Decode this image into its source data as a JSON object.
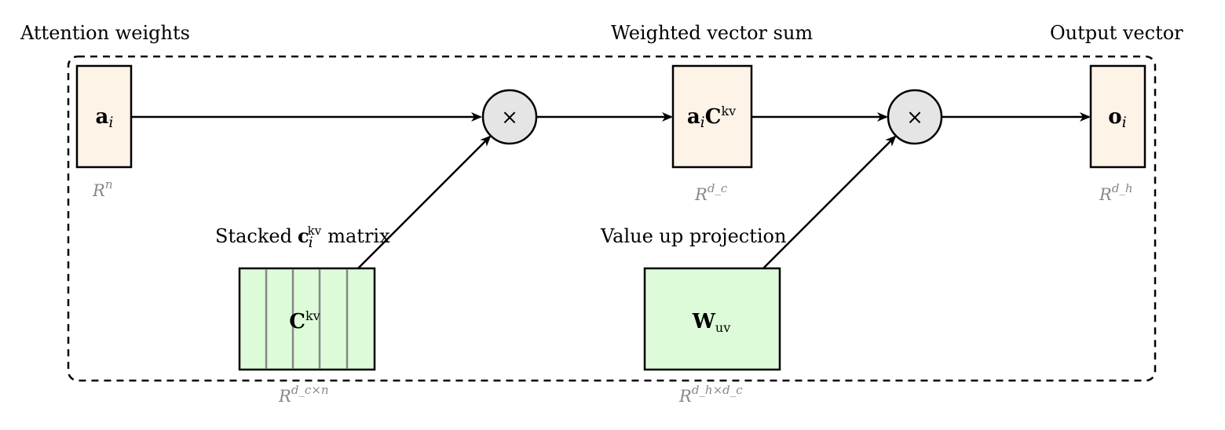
{
  "headers": {
    "attention_weights": "Attention weights",
    "weighted_vector_sum": "Weighted vector sum",
    "output_vector": "Output vector"
  },
  "nodes": {
    "a_i": {
      "main": "a",
      "sub": "i",
      "dim_base": "R",
      "dim_sup": "n"
    },
    "aC": {
      "main1": "a",
      "sub": "i",
      "main2": "C",
      "sup": "kv",
      "dim_base": "R",
      "dim_sup": "d_c"
    },
    "o_i": {
      "main": "o",
      "sub": "i",
      "dim_base": "R",
      "dim_sup": "d_h"
    },
    "ckv": {
      "main": "C",
      "sup": "kv",
      "dim_base": "R",
      "dim_sup": "d_c×n"
    },
    "wuv": {
      "main": "W",
      "sub": "uv",
      "dim_base": "R",
      "dim_sup": "d_h×d_c"
    }
  },
  "labels": {
    "stacked_prefix": "Stacked",
    "stacked_c": "c",
    "stacked_sub": "i",
    "stacked_sup": "kv",
    "stacked_suffix": "matrix",
    "value_up": "Value up projection"
  },
  "operators": {
    "multiply": "×"
  },
  "colors": {
    "vector_fill": "#fdf3e7",
    "matrix_fill": "#ddfbd9",
    "operator_fill": "#e5e5e5",
    "stripe": "#888888",
    "dim_text": "#888888"
  }
}
